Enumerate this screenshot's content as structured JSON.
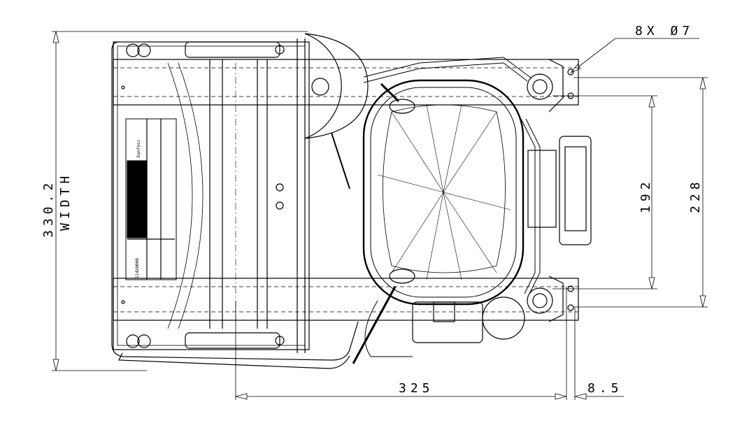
{
  "dimensions": {
    "holes": "8X Ø7",
    "width_value": "330.2",
    "width_label": "WIDTH",
    "mount_inner": "192",
    "mount_outer": "228",
    "mount_length": "325",
    "mount_offset": "8.5"
  },
  "nameplate": {
    "logo": "Danfoss",
    "part_number": "114X0000"
  }
}
